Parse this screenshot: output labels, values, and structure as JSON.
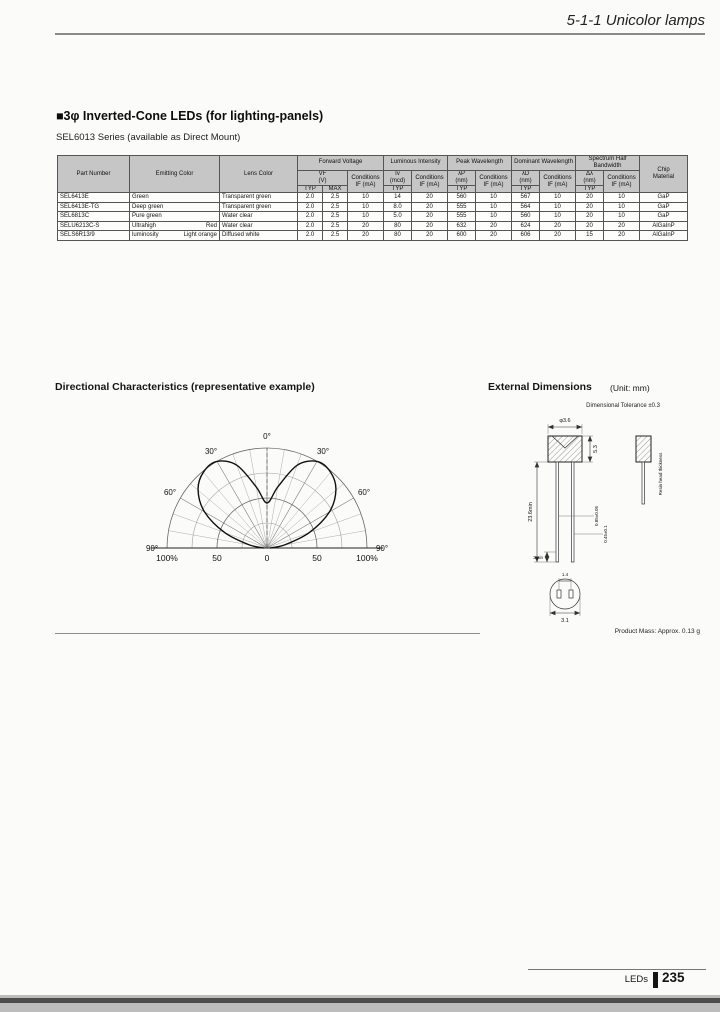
{
  "page": {
    "chapter_header": "5-1-1 Unicolor lamps",
    "section_title": "■3φ Inverted-Cone LEDs (for lighting-panels)",
    "series_note": "SEL6013 Series (available as Direct Mount)",
    "footer_label": "LEDs",
    "footer_page": "235"
  },
  "table": {
    "group_headers": {
      "part_number": "Part Number",
      "emitting_color": "Emitting Color",
      "lens_color": "Lens Color",
      "forward_voltage": "Forward Voltage",
      "luminous_intensity": "Luminous Intensity",
      "peak_wavelength": "Peak Wavelength",
      "dominant_wavelength": "Dominant Wavelength",
      "spectrum_half_bandwidth": "Spectrum Half Bandwidth",
      "chip_material": "Chip\nMaterial"
    },
    "sub_headers": {
      "vf": "VF\n(V)",
      "typ": "TYP",
      "max": "MAX",
      "conditions_if": "Conditions\nIF (mA)",
      "iv": "Iv\n(mcd)",
      "lambda_p": "λP\n(nm)",
      "lambda_d": "λD\n(nm)",
      "delta_lambda": "Δλ\n(nm)"
    },
    "rows": [
      {
        "part": "SEL6413E",
        "emit_l": "Green",
        "emit_r": "",
        "lens": "Transparent green",
        "vf_typ": "2.0",
        "vf_max": "2.5",
        "vf_if": "10",
        "iv": "14",
        "iv_if": "20",
        "lp": "560",
        "lp_if": "10",
        "ld": "567",
        "ld_if": "10",
        "dl": "20",
        "dl_if": "10",
        "chip": "GaP"
      },
      {
        "part": "SEL6413E-TG",
        "emit_l": "Deep green",
        "emit_r": "",
        "lens": "Transparent green",
        "vf_typ": "2.0",
        "vf_max": "2.5",
        "vf_if": "10",
        "iv": "8.0",
        "iv_if": "20",
        "lp": "555",
        "lp_if": "10",
        "ld": "564",
        "ld_if": "10",
        "dl": "20",
        "dl_if": "10",
        "chip": "GaP"
      },
      {
        "part": "SEL6813C",
        "emit_l": "Pure green",
        "emit_r": "",
        "lens": "Water clear",
        "vf_typ": "2.0",
        "vf_max": "2.5",
        "vf_if": "10",
        "iv": "5.0",
        "iv_if": "20",
        "lp": "555",
        "lp_if": "10",
        "ld": "560",
        "ld_if": "10",
        "dl": "20",
        "dl_if": "10",
        "chip": "GaP"
      },
      {
        "part": "SELU6213C-S",
        "emit_l": "Ultrahigh",
        "emit_r": "Red",
        "lens": "Water clear",
        "vf_typ": "2.0",
        "vf_max": "2.5",
        "vf_if": "20",
        "iv": "80",
        "iv_if": "20",
        "lp": "632",
        "lp_if": "20",
        "ld": "624",
        "ld_if": "20",
        "dl": "20",
        "dl_if": "20",
        "chip": "AlGaInP"
      },
      {
        "part": "SELS6R13/9",
        "emit_l": "luminosity",
        "emit_r": "Light orange",
        "lens": "Diffused white",
        "vf_typ": "2.0",
        "vf_max": "2.5",
        "vf_if": "20",
        "iv": "80",
        "iv_if": "20",
        "lp": "600",
        "lp_if": "20",
        "ld": "606",
        "ld_if": "20",
        "dl": "15",
        "dl_if": "20",
        "chip": "AlGaInP"
      }
    ]
  },
  "directional": {
    "title": "Directional Characteristics (representative example)"
  },
  "dimensions": {
    "title": "External Dimensions",
    "unit_note": "(Unit: mm)",
    "tolerance_note": "Dimensional Tolerance ±0.3",
    "mass_note": "Product Mass: Approx. 0.13 g",
    "labels": {
      "head_dia": "φ3.6",
      "head_h": "5.3",
      "lead_len": "23.6min",
      "lead_w1": "0.85±0.05",
      "lead_w2": "0.45±0.1",
      "lead_tip": "3min",
      "pad_pitch": "1.4",
      "bottom_dia": "3.1",
      "side_note": "Resin head thickness"
    }
  },
  "chart_data": {
    "type": "line",
    "subtype": "polar-directivity",
    "title": "Directional Characteristics (representative example)",
    "angle_unit": "deg",
    "radial_unit": "relative luminous intensity (%)",
    "angle_labels": [
      {
        "deg": 0,
        "label": "0°"
      },
      {
        "deg": 30,
        "label": "30°"
      },
      {
        "deg": -30,
        "label": "30°"
      },
      {
        "deg": 60,
        "label": "60°"
      },
      {
        "deg": -60,
        "label": "60°"
      },
      {
        "deg": 90,
        "label": "90°"
      },
      {
        "deg": -90,
        "label": "90°"
      }
    ],
    "radius_axis": {
      "max": 100,
      "rings": [
        25,
        50,
        75,
        100
      ],
      "spoke_step_deg": 10,
      "baseline_labels": [
        "100%",
        "50",
        "0",
        "50",
        "100%"
      ]
    },
    "series": [
      {
        "name": "relative luminous intensity",
        "angles_deg": [
          -90,
          -80,
          -70,
          -60,
          -50,
          -40,
          -30,
          -20,
          -10,
          0,
          10,
          20,
          30,
          40,
          50,
          60,
          70,
          80,
          90
        ],
        "values_pct": [
          3,
          18,
          45,
          72,
          90,
          99,
          100,
          88,
          62,
          45,
          62,
          88,
          100,
          99,
          90,
          72,
          45,
          18,
          3
        ]
      }
    ]
  }
}
